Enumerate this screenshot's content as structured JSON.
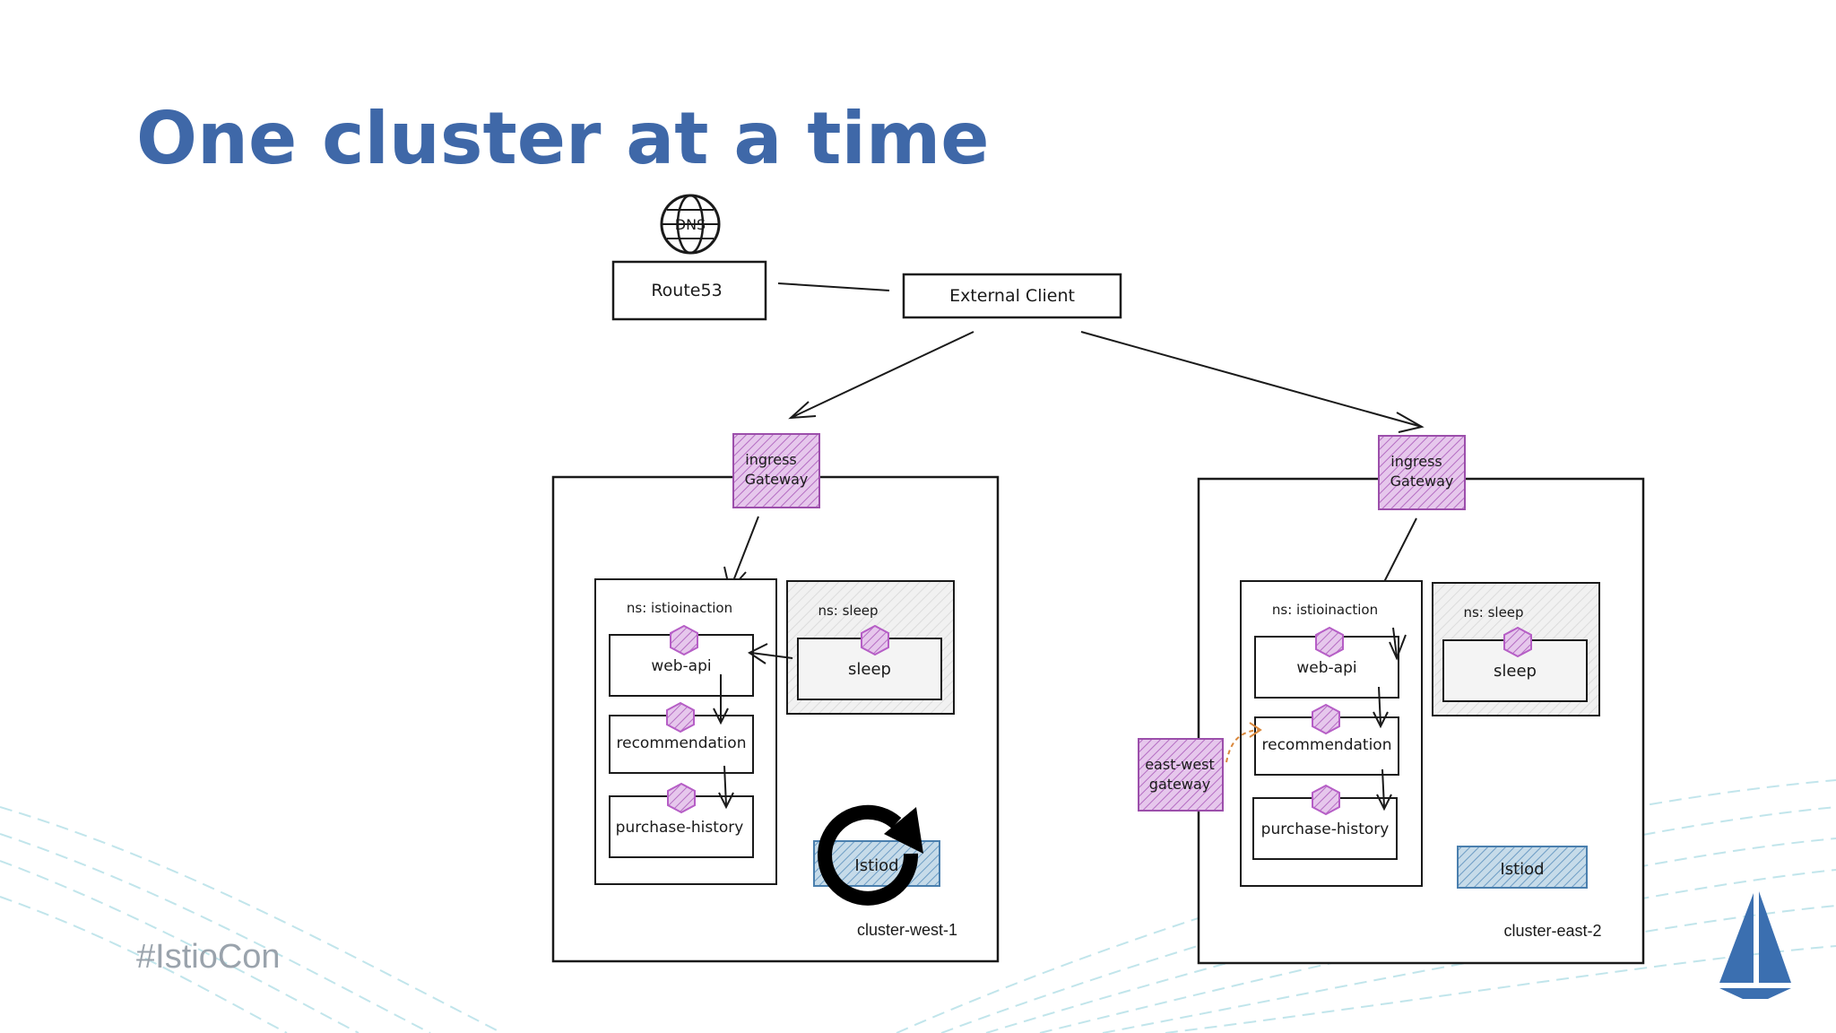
{
  "slide": {
    "title": "One cluster at a time",
    "hashtag": "#IstioCon"
  },
  "diagram": {
    "dns_label": "DNS",
    "route53": "Route53",
    "external_client": "External Client",
    "clusters": [
      {
        "name": "cluster-west-1",
        "ingress_line1": "ingress",
        "ingress_line2": "Gateway",
        "ns_app": "ns: istioinaction",
        "ns_sleep": "ns: sleep",
        "services": [
          "web-api",
          "recommendation",
          "purchase-history"
        ],
        "sleep": "sleep",
        "istiod": "Istiod"
      },
      {
        "name": "cluster-east-2",
        "ingress_line1": "ingress",
        "ingress_line2": "Gateway",
        "ns_app": "ns: istioinaction",
        "ns_sleep": "ns: sleep",
        "services": [
          "web-api",
          "recommendation",
          "purchase-history"
        ],
        "sleep": "sleep",
        "istiod": "Istiod",
        "eastwest_line1": "east-west",
        "eastwest_line2": "gateway"
      }
    ]
  },
  "colors": {
    "title": "#3f68a8",
    "gateway_fill": "#d9b3e0",
    "gateway_stroke": "#9c4fab",
    "istiod_fill": "#a8c8e0",
    "istiod_stroke": "#4a7fae",
    "sidecar": "#b65ec6",
    "wave": "#7fc6d6",
    "logo": "#3b6fb0"
  },
  "icons": {
    "dns": "globe-icon",
    "restart": "restart-icon",
    "logo": "istio-sail-icon"
  }
}
